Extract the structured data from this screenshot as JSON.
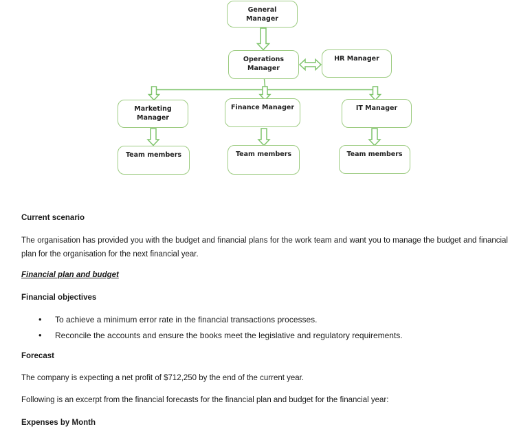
{
  "org_chart": {
    "nodes": {
      "general_manager": "General Manager",
      "operations_manager": "Operations Manager",
      "hr_manager": "HR Manager",
      "marketing_manager": "Marketing Manager",
      "finance_manager": "Finance Manager",
      "it_manager": "IT Manager",
      "team_members_marketing": "Team members",
      "team_members_finance": "Team members",
      "team_members_it": "Team members"
    },
    "colors": {
      "box_border": "#9ccb80",
      "connector": "#7fc46c",
      "node_text": "#212121"
    }
  },
  "document": {
    "current_scenario_heading": "Current scenario",
    "current_scenario_body": "The organisation has provided you with the budget and financial plans for the work team and want you to manage the budget and financial plan for the organisation for the next financial year.",
    "financial_plan_heading": "Financial plan and budget",
    "financial_objectives_heading": "Financial objectives",
    "objectives": [
      "To achieve a minimum error rate in the financial transactions processes.",
      "Reconcile the accounts and ensure the books meet the legislative and regulatory requirements."
    ],
    "forecast_heading": "Forecast",
    "forecast_body": "The company is expecting a net profit of $712,250 by the end of the current year.",
    "excerpt_intro": "Following is an excerpt from the financial forecasts for the financial plan and budget for the financial year:",
    "expenses_heading": "Expenses by Month"
  }
}
